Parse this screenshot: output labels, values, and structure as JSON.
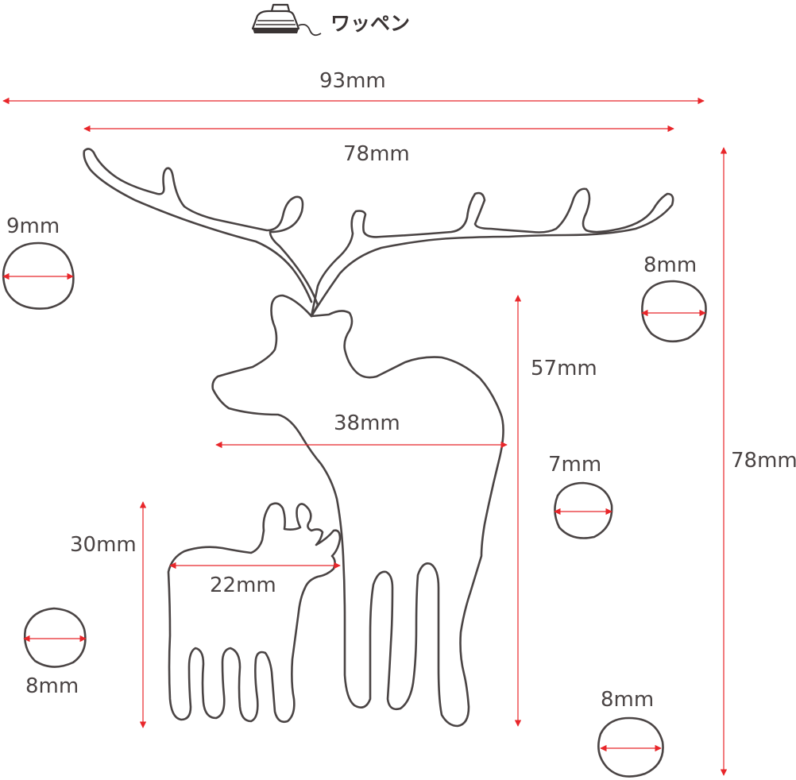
{
  "header": {
    "icon": "iron-icon",
    "title": "ワッペン"
  },
  "colors": {
    "outline": "#4a4444",
    "dimension": "#e8262a",
    "background": "#ffffff"
  },
  "dimensions": {
    "overall_width": "93mm",
    "antler_width": "78mm",
    "overall_height": "78mm",
    "deer_height": "57mm",
    "deer_body_width": "38mm",
    "fawn_height": "30mm",
    "fawn_body_width": "22mm"
  },
  "circles": {
    "left_top": "9mm",
    "right_top": "8mm",
    "middle_right": "7mm",
    "left_bottom": "8mm",
    "right_bottom": "8mm"
  }
}
